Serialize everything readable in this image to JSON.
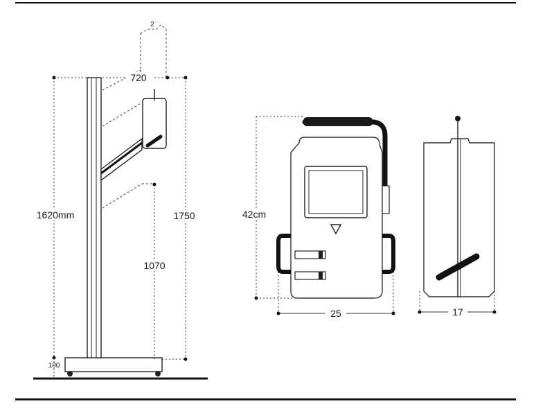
{
  "stand": {
    "width_label": "720",
    "height_label": "1620mm",
    "total_height_label": "1750",
    "mount_height_label": "1070",
    "base_label": "100",
    "ghost_top_label": "2"
  },
  "device_front": {
    "height_label": "42cm",
    "width_label": "25"
  },
  "device_side": {
    "depth_label": "17"
  }
}
